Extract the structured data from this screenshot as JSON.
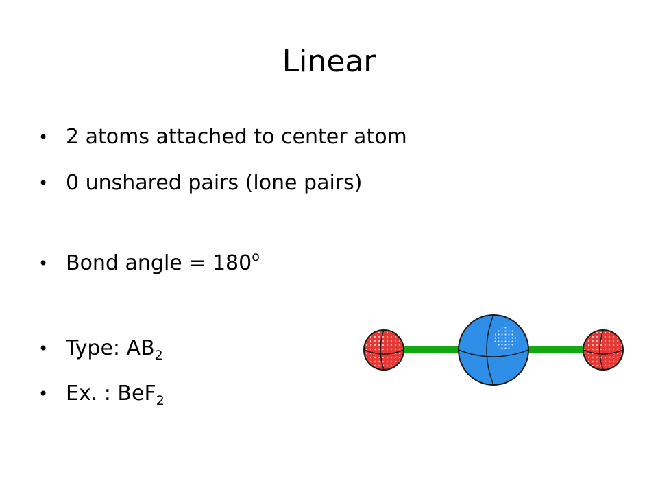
{
  "slide": {
    "title": "Linear",
    "bullets": [
      {
        "text": "2 atoms attached to center atom"
      },
      {
        "text": "0 unshared pairs (lone pairs)"
      },
      {
        "text": "Bond angle = 180",
        "sup": "o"
      },
      {
        "text": "Type: AB",
        "sub": "2"
      },
      {
        "text": "Ex. : BeF",
        "sub": "2"
      }
    ],
    "bullet_glyph": "•"
  },
  "molecule": {
    "icon": "linear-molecule-model",
    "colors": {
      "outer_atom": "#e53935",
      "outer_atom_dots": "#f8bcbc",
      "center_atom": "#2f8fe8",
      "center_atom_dots": "#cfe6ff",
      "bond": "#11a811",
      "outline": "#1a1a1a"
    }
  }
}
